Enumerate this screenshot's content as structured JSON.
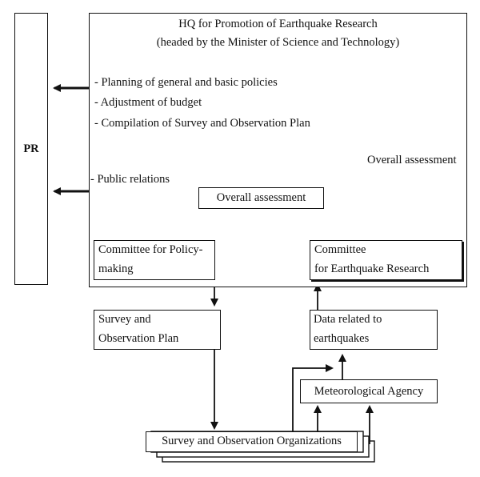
{
  "pr": {
    "label": "PR"
  },
  "hq": {
    "title": "HQ for Promotion of Earthquake Research",
    "subtitle": "(headed by the Minister of Science and Technology)",
    "bullets": [
      "- Planning of general and basic policies",
      "- Adjustment of budget",
      "- Compilation of Survey and Observation Plan"
    ],
    "overall_assessment_note": "Overall assessment",
    "public_relations": "- Public relations"
  },
  "overall_assessment_box": {
    "label": "Overall assessment"
  },
  "committee_policy": {
    "line1": "Committee for Policy-",
    "line2": "making"
  },
  "committee_research": {
    "line1": "Committee",
    "line2": "for Earthquake Research"
  },
  "survey_plan": {
    "line1": "Survey and",
    "line2": "Observation Plan"
  },
  "data_earthquakes": {
    "line1": "Data related to",
    "line2": "earthquakes"
  },
  "meteorological_agency": {
    "label": "Meteorological Agency"
  },
  "survey_orgs": {
    "label": "Survey and Observation Organizations"
  }
}
